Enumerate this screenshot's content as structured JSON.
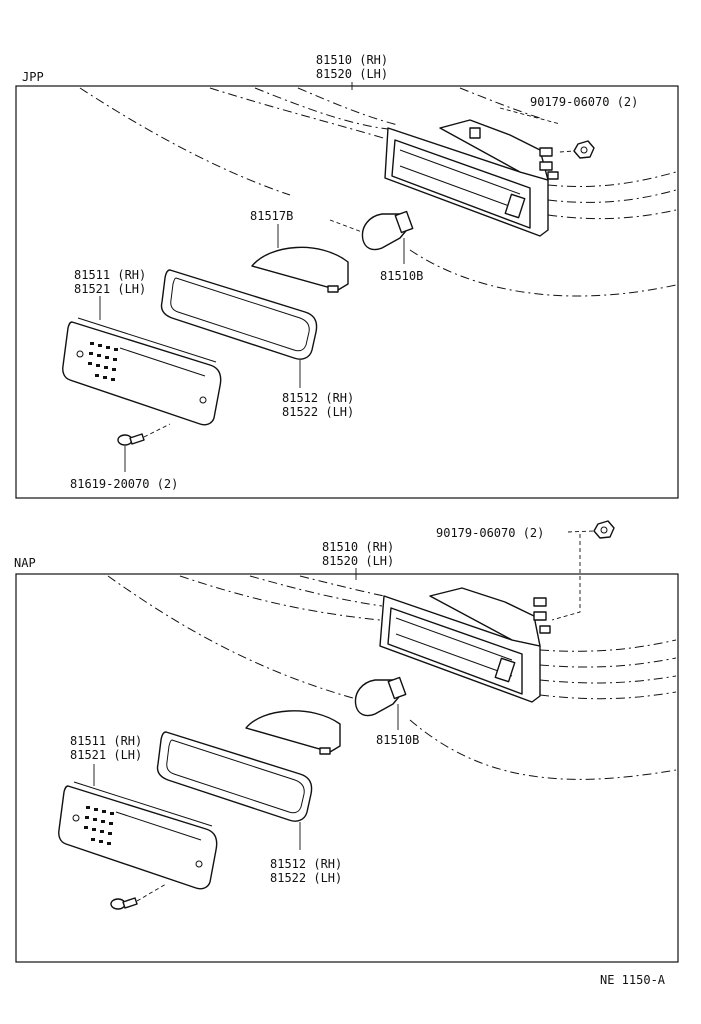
{
  "sections": [
    {
      "region_label": "JPP",
      "callouts": {
        "housing": "81510 (RH)\n81520 (LH)",
        "nut": "90179-06070 (2)",
        "reflector": "81517B",
        "bulb": "81510B",
        "lens": "81511 (RH)\n81521 (LH)",
        "gasket": "81512 (RH)\n81522 (LH)",
        "screw": "81619-20070 (2)"
      }
    },
    {
      "region_label": "NAP",
      "callouts": {
        "housing": "81510 (RH)\n81520 (LH)",
        "nut": "90179-06070 (2)",
        "bulb": "81510B",
        "lens": "81511 (RH)\n81521 (LH)",
        "gasket": "81512 (RH)\n81522 (LH)"
      }
    }
  ],
  "figure_code": "NE  1150-A"
}
